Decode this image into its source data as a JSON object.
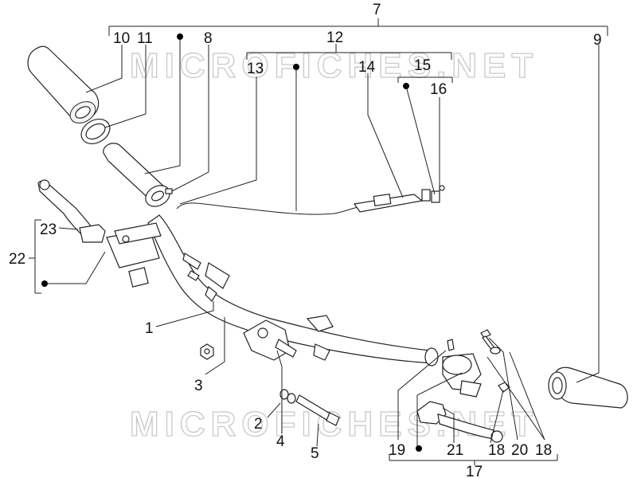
{
  "watermark": "MICROFICHES.NET",
  "callouts": {
    "n1": "1",
    "n2": "2",
    "n3": "3",
    "n4": "4",
    "n5": "5",
    "n7": "7",
    "n8": "8",
    "n9": "9",
    "n10": "10",
    "n11": "11",
    "n12": "12",
    "n13": "13",
    "n14": "14",
    "n15": "15",
    "n16": "16",
    "n17": "17",
    "n18a": "18",
    "n18b": "18",
    "n19": "19",
    "n20": "20",
    "n21": "21",
    "n22": "22",
    "n23": "23"
  },
  "colors": {
    "line": "#222222",
    "watermark_outline": "#c9c9c9",
    "background": "#ffffff"
  }
}
